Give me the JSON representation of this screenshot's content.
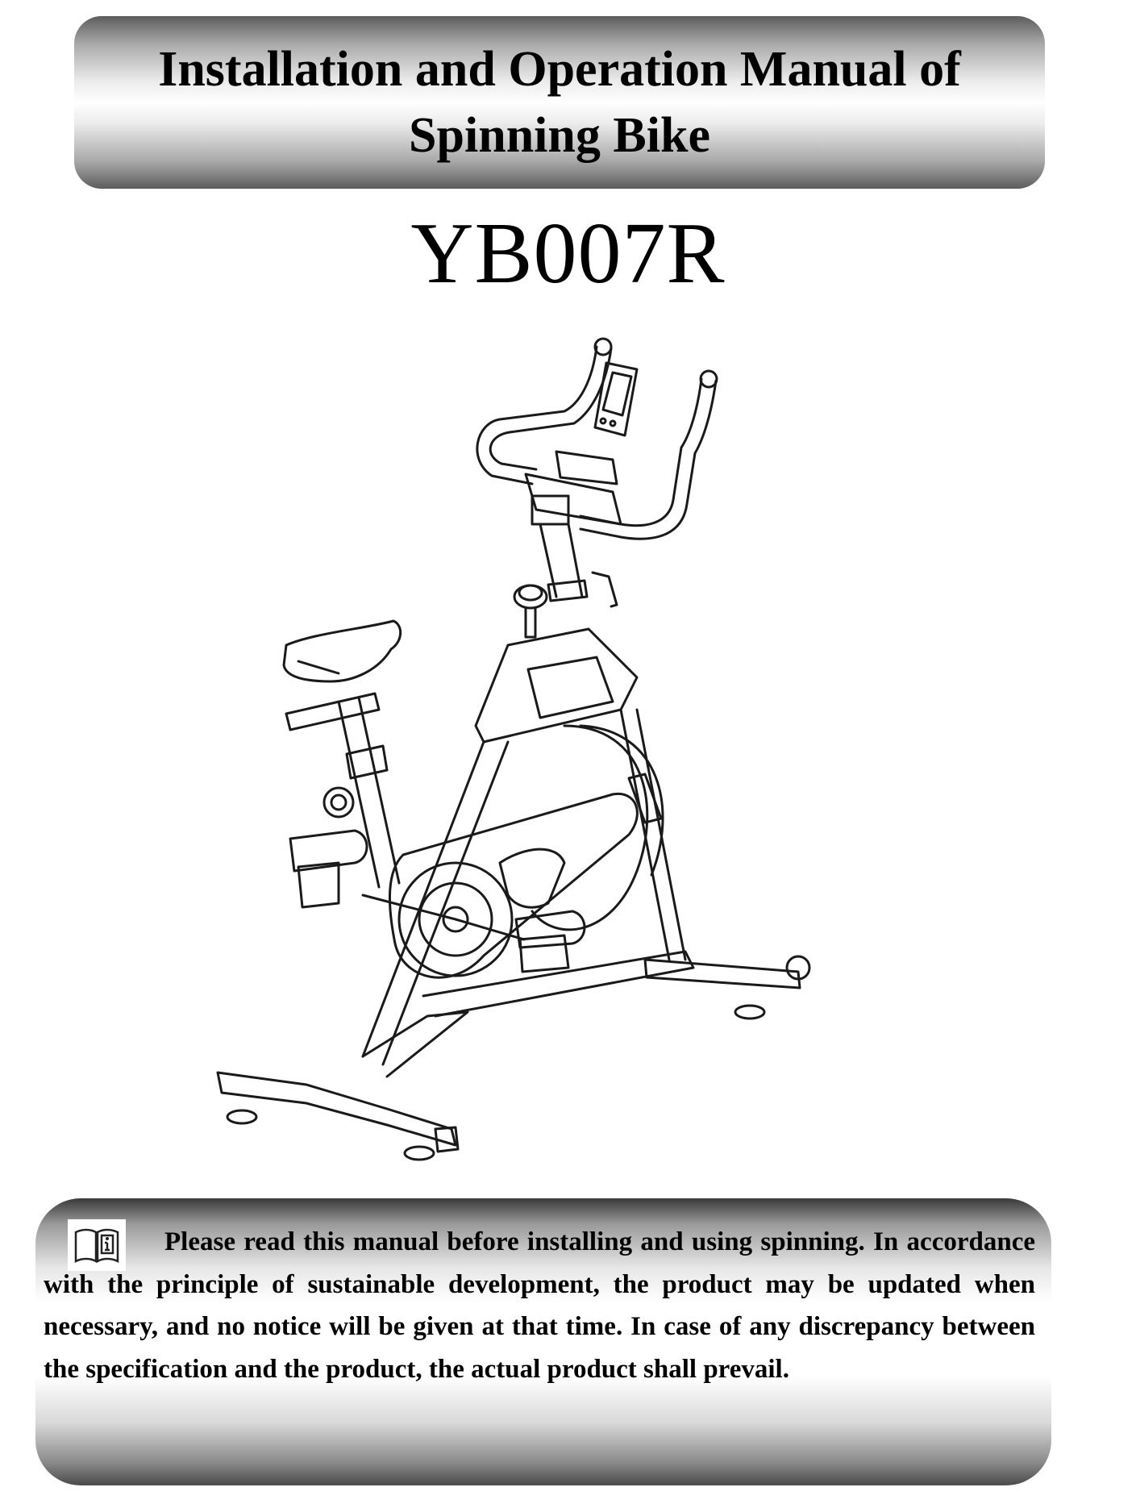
{
  "header": {
    "title_line1": "Installation and Operation Manual of",
    "title_line2": "Spinning Bike"
  },
  "model": "YB007R",
  "illustration": {
    "subject": "spinning-bike",
    "stroke_color": "#1a1a1a"
  },
  "notice": {
    "icon": "manual-info-icon",
    "text": "Please read this manual before installing and using spinning. In accordance with the principle of sustainable development, the product may be updated when necessary, and no notice will be given at that time. In case of any discrepancy between the specification and the product, the actual product shall prevail."
  },
  "colors": {
    "banner_dark": "#5c5c5c",
    "banner_light": "#ffffff",
    "text": "#000000"
  }
}
